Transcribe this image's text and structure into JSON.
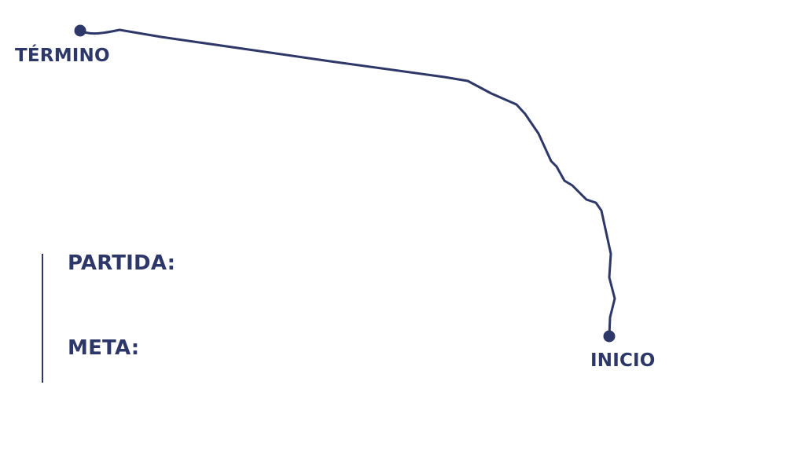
{
  "colors": {
    "route": "#2d3768",
    "text": "#2d3768",
    "background": "#ffffff"
  },
  "map": {
    "end_label": "TÉRMINO",
    "start_label": "INICIO"
  },
  "info": {
    "partida_label": "PARTIDA:",
    "meta_label": "META:"
  }
}
